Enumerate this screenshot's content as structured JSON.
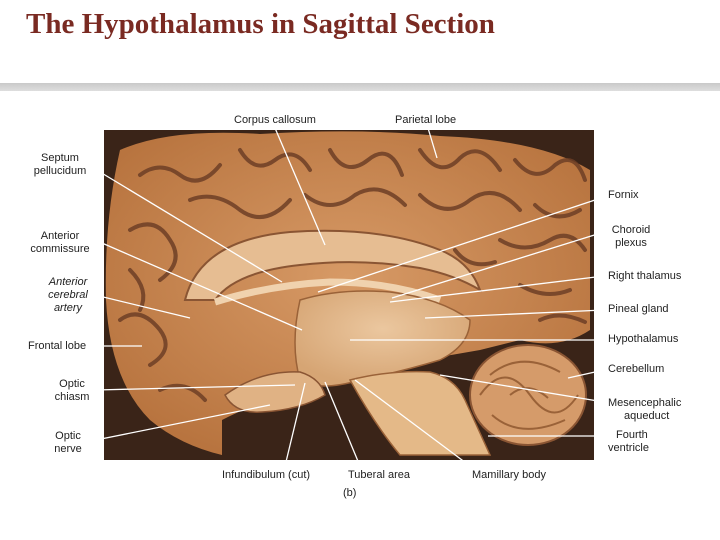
{
  "slide": {
    "title": "The Hypothalamus in Sagittal Section"
  },
  "figure": {
    "panel_label": "(b)",
    "labels_top": {
      "corpus_callosum": "Corpus callosum",
      "parietal_lobe": "Parietal lobe"
    },
    "labels_left": {
      "septum_pellucidum": [
        "Septum",
        "pellucidum"
      ],
      "anterior_commissure": [
        "Anterior",
        "commissure"
      ],
      "anterior_cerebral_artery": [
        "Anterior",
        "cerebral",
        "artery"
      ],
      "frontal_lobe": "Frontal lobe",
      "optic_chiasm": [
        "Optic",
        "chiasm"
      ],
      "optic_nerve": [
        "Optic",
        "nerve"
      ]
    },
    "labels_right": {
      "fornix": "Fornix",
      "choroid_plexus": [
        "Choroid",
        "plexus"
      ],
      "right_thalamus": "Right thalamus",
      "pineal_gland": "Pineal gland",
      "hypothalamus": "Hypothalamus",
      "cerebellum": "Cerebellum",
      "mesencephalic_aqueduct": [
        "Mesencephalic",
        "aqueduct"
      ],
      "fourth_ventricle": [
        "Fourth",
        "ventricle"
      ]
    },
    "labels_bottom": {
      "infundibulum": "Infundibulum (cut)",
      "tuberal_area": "Tuberal area",
      "mamillary_body": "Mamillary body"
    },
    "colors": {
      "title": "#7a2a22",
      "cortex": "#c98650",
      "sulcus": "#6e3f26",
      "deep_structures": "#e2b88d",
      "leader_line": "#ffffff"
    }
  }
}
